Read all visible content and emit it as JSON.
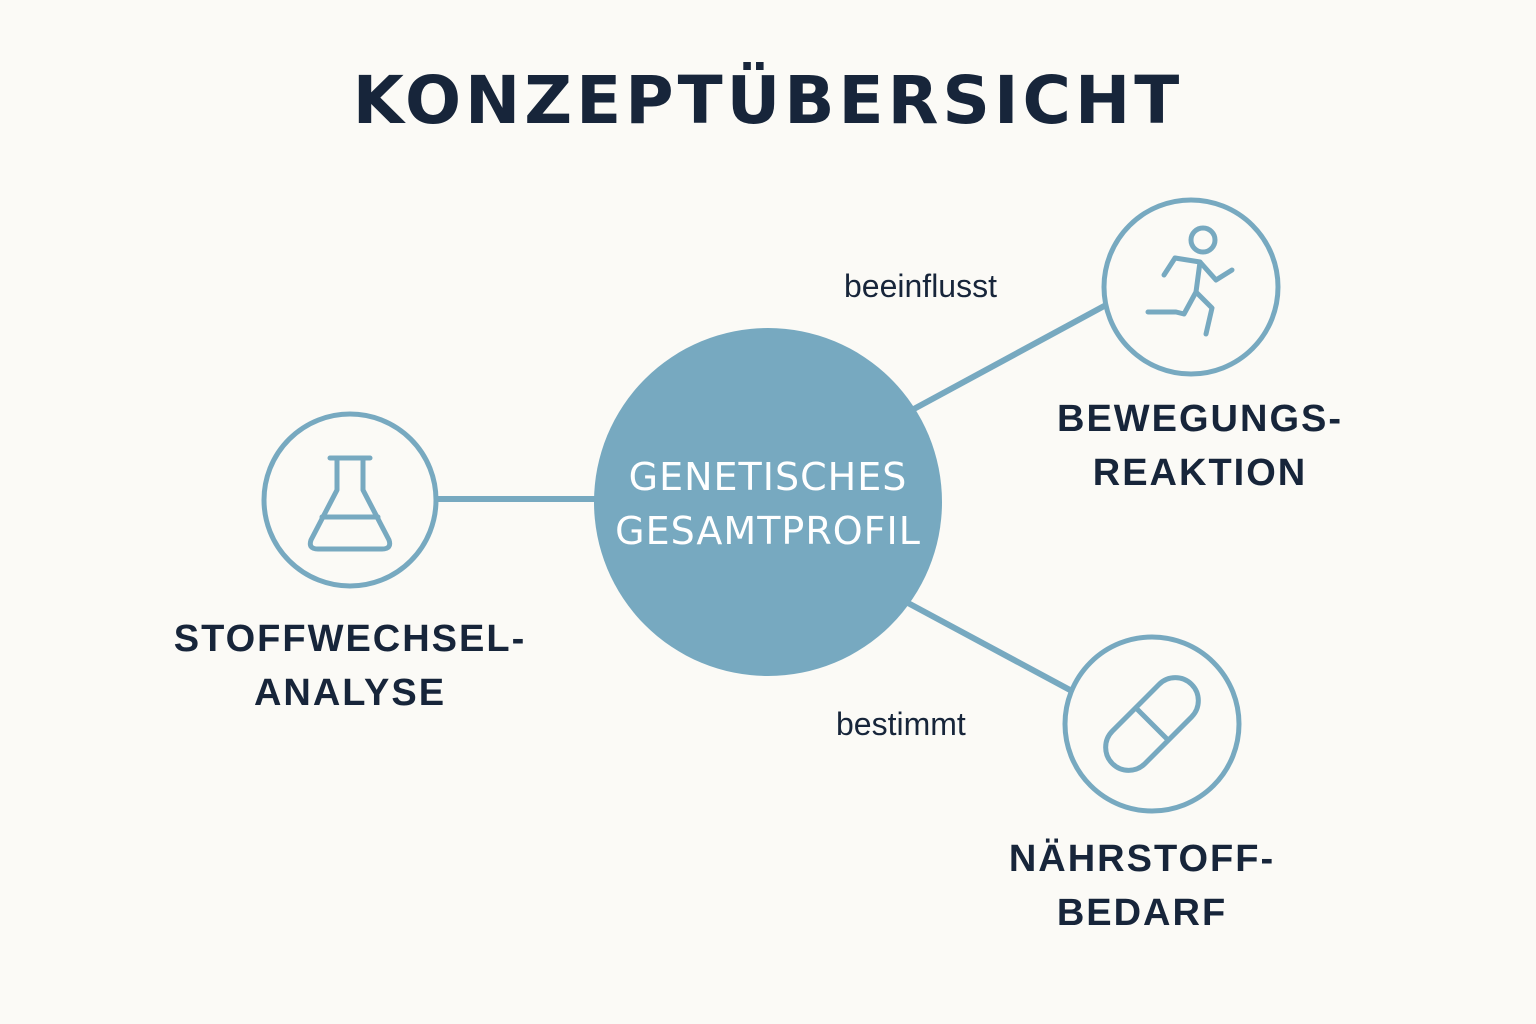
{
  "title": "KONZEPTÜBERSICHT",
  "colors": {
    "background": "#fbfaf6",
    "accent": "#77a9c0",
    "text": "#17253a",
    "center_text": "#ffffff"
  },
  "center_node": {
    "line1": "GENETISCHES",
    "line2": "GESAMTPROFIL"
  },
  "nodes": {
    "metabolism": {
      "line1": "STOFFWECHSEL-",
      "line2": "ANALYSE",
      "icon": "flask-icon"
    },
    "movement": {
      "line1": "BEWEGUNGS-",
      "line2": "REAKTION",
      "icon": "running-person-icon"
    },
    "nutrients": {
      "line1": "NÄHRSTOFF-",
      "line2": "BEDARF",
      "icon": "capsule-icon"
    }
  },
  "edges": {
    "movement_label": "beeinflusst",
    "nutrients_label": "bestimmt"
  }
}
